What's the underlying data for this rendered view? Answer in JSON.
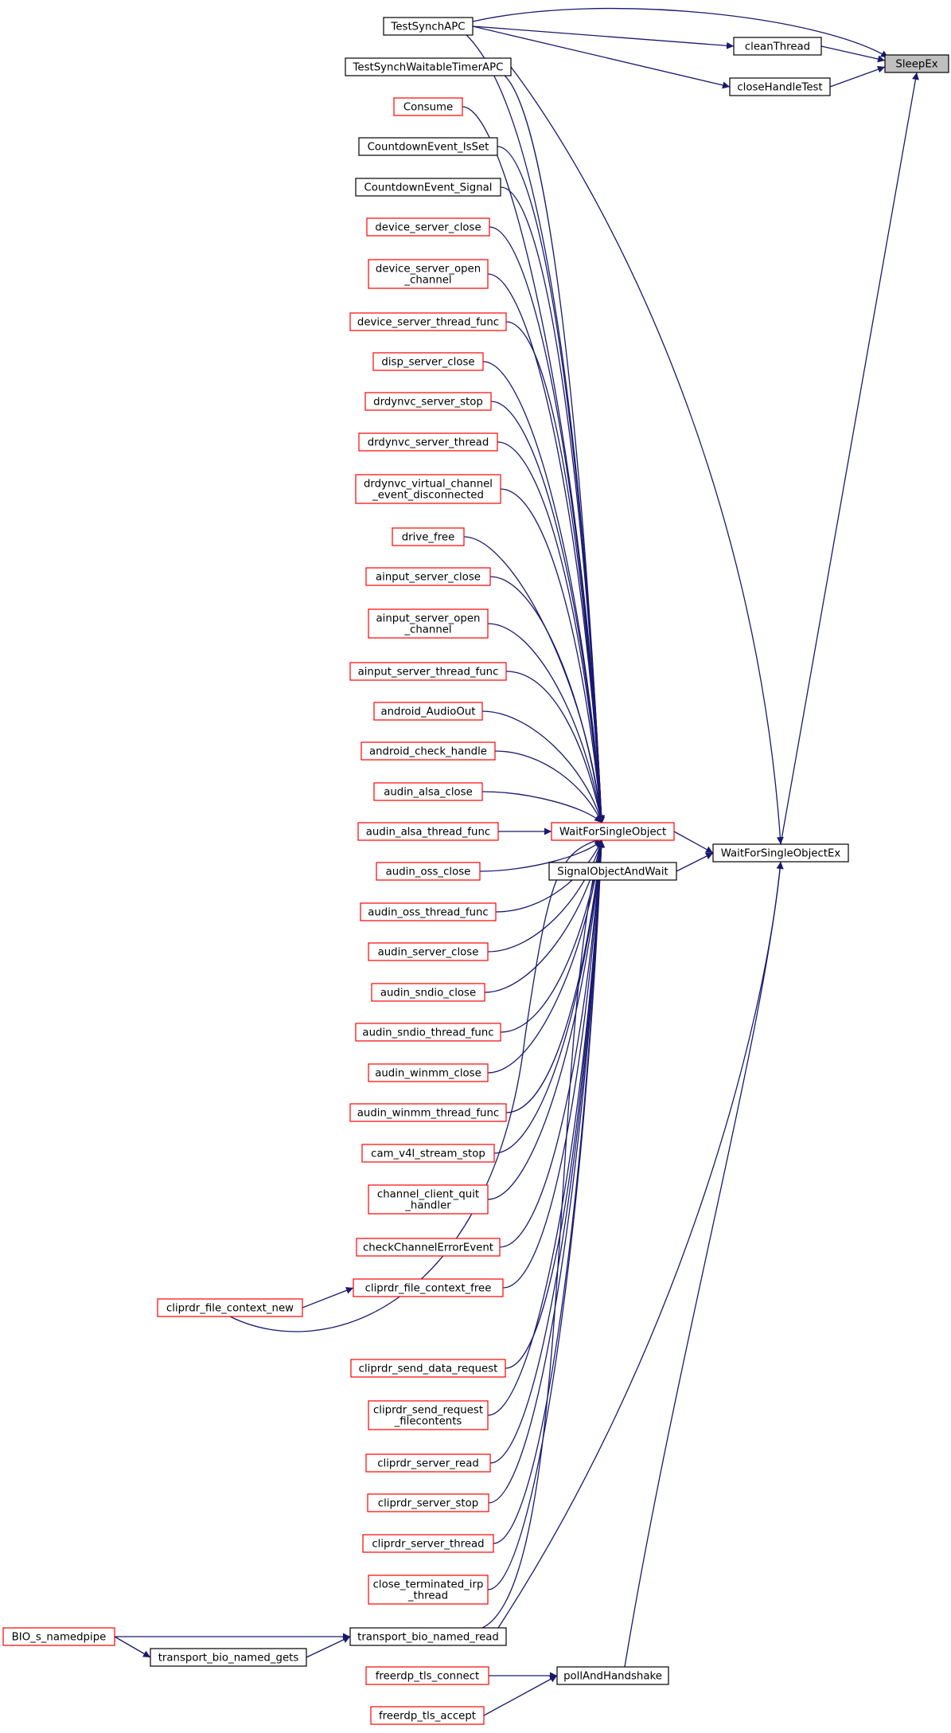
{
  "colors": {
    "edge": "#191970",
    "border_default": "#000000",
    "border_truncated": "#ff0000",
    "root_fill": "#bfbfbf",
    "background": "#ffffff"
  },
  "nodes": [
    {
      "id": "SleepEx",
      "lines": [
        "SleepEx"
      ],
      "style": "root"
    },
    {
      "id": "cleanThread",
      "lines": [
        "cleanThread"
      ],
      "style": "black"
    },
    {
      "id": "closeHandleTest",
      "lines": [
        "closeHandleTest"
      ],
      "style": "black"
    },
    {
      "id": "TestSynchAPC",
      "lines": [
        "TestSynchAPC"
      ],
      "style": "black"
    },
    {
      "id": "TestSynchWaitableTimerAPC",
      "lines": [
        "TestSynchWaitableTimerAPC"
      ],
      "style": "black"
    },
    {
      "id": "Consume",
      "lines": [
        "Consume"
      ],
      "style": "red"
    },
    {
      "id": "CountdownEvent_IsSet",
      "lines": [
        "CountdownEvent_IsSet"
      ],
      "style": "black"
    },
    {
      "id": "CountdownEvent_Signal",
      "lines": [
        "CountdownEvent_Signal"
      ],
      "style": "black"
    },
    {
      "id": "device_server_close",
      "lines": [
        "device_server_close"
      ],
      "style": "red"
    },
    {
      "id": "device_server_open_channel",
      "lines": [
        "device_server_open",
        "_channel"
      ],
      "style": "red"
    },
    {
      "id": "device_server_thread_func",
      "lines": [
        "device_server_thread_func"
      ],
      "style": "red"
    },
    {
      "id": "disp_server_close",
      "lines": [
        "disp_server_close"
      ],
      "style": "red"
    },
    {
      "id": "drdynvc_server_stop",
      "lines": [
        "drdynvc_server_stop"
      ],
      "style": "red"
    },
    {
      "id": "drdynvc_server_thread",
      "lines": [
        "drdynvc_server_thread"
      ],
      "style": "red"
    },
    {
      "id": "drdynvc_virtual_channel_event_disconnected",
      "lines": [
        "drdynvc_virtual_channel",
        "_event_disconnected"
      ],
      "style": "red"
    },
    {
      "id": "drive_free",
      "lines": [
        "drive_free"
      ],
      "style": "red"
    },
    {
      "id": "ainput_server_close",
      "lines": [
        "ainput_server_close"
      ],
      "style": "red"
    },
    {
      "id": "ainput_server_open_channel",
      "lines": [
        "ainput_server_open",
        "_channel"
      ],
      "style": "red"
    },
    {
      "id": "ainput_server_thread_func",
      "lines": [
        "ainput_server_thread_func"
      ],
      "style": "red"
    },
    {
      "id": "android_AudioOut",
      "lines": [
        "android_AudioOut"
      ],
      "style": "red"
    },
    {
      "id": "android_check_handle",
      "lines": [
        "android_check_handle"
      ],
      "style": "red"
    },
    {
      "id": "audin_alsa_close",
      "lines": [
        "audin_alsa_close"
      ],
      "style": "red"
    },
    {
      "id": "audin_alsa_thread_func",
      "lines": [
        "audin_alsa_thread_func"
      ],
      "style": "red"
    },
    {
      "id": "audin_oss_close",
      "lines": [
        "audin_oss_close"
      ],
      "style": "red"
    },
    {
      "id": "audin_oss_thread_func",
      "lines": [
        "audin_oss_thread_func"
      ],
      "style": "red"
    },
    {
      "id": "audin_server_close",
      "lines": [
        "audin_server_close"
      ],
      "style": "red"
    },
    {
      "id": "audin_sndio_close",
      "lines": [
        "audin_sndio_close"
      ],
      "style": "red"
    },
    {
      "id": "audin_sndio_thread_func",
      "lines": [
        "audin_sndio_thread_func"
      ],
      "style": "red"
    },
    {
      "id": "audin_winmm_close",
      "lines": [
        "audin_winmm_close"
      ],
      "style": "red"
    },
    {
      "id": "audin_winmm_thread_func",
      "lines": [
        "audin_winmm_thread_func"
      ],
      "style": "red"
    },
    {
      "id": "cam_v4l_stream_stop",
      "lines": [
        "cam_v4l_stream_stop"
      ],
      "style": "red"
    },
    {
      "id": "channel_client_quit_handler",
      "lines": [
        "channel_client_quit",
        "_handler"
      ],
      "style": "red"
    },
    {
      "id": "checkChannelErrorEvent",
      "lines": [
        "checkChannelErrorEvent"
      ],
      "style": "red"
    },
    {
      "id": "cliprdr_file_context_free",
      "lines": [
        "cliprdr_file_context_free"
      ],
      "style": "red"
    },
    {
      "id": "cliprdr_file_context_new",
      "lines": [
        "cliprdr_file_context_new"
      ],
      "style": "red"
    },
    {
      "id": "cliprdr_send_data_request",
      "lines": [
        "cliprdr_send_data_request"
      ],
      "style": "red"
    },
    {
      "id": "cliprdr_send_request_filecontents",
      "lines": [
        "cliprdr_send_request",
        "_filecontents"
      ],
      "style": "red"
    },
    {
      "id": "cliprdr_server_read",
      "lines": [
        "cliprdr_server_read"
      ],
      "style": "red"
    },
    {
      "id": "cliprdr_server_stop",
      "lines": [
        "cliprdr_server_stop"
      ],
      "style": "red"
    },
    {
      "id": "cliprdr_server_thread",
      "lines": [
        "cliprdr_server_thread"
      ],
      "style": "red"
    },
    {
      "id": "close_terminated_irp_thread",
      "lines": [
        "close_terminated_irp",
        "_thread"
      ],
      "style": "red"
    },
    {
      "id": "transport_bio_named_read",
      "lines": [
        "transport_bio_named_read"
      ],
      "style": "black"
    },
    {
      "id": "BIO_s_namedpipe",
      "lines": [
        "BIO_s_namedpipe"
      ],
      "style": "red"
    },
    {
      "id": "transport_bio_named_gets",
      "lines": [
        "transport_bio_named_gets"
      ],
      "style": "black"
    },
    {
      "id": "freerdp_tls_connect",
      "lines": [
        "freerdp_tls_connect"
      ],
      "style": "red"
    },
    {
      "id": "freerdp_tls_accept",
      "lines": [
        "freerdp_tls_accept"
      ],
      "style": "red"
    },
    {
      "id": "pollAndHandshake",
      "lines": [
        "pollAndHandshake"
      ],
      "style": "black"
    },
    {
      "id": "WaitForSingleObject",
      "lines": [
        "WaitForSingleObject"
      ],
      "style": "red"
    },
    {
      "id": "SignalObjectAndWait",
      "lines": [
        "SignalObjectAndWait"
      ],
      "style": "black"
    },
    {
      "id": "WaitForSingleObjectEx",
      "lines": [
        "WaitForSingleObjectEx"
      ],
      "style": "black"
    }
  ],
  "edges": [
    [
      "cleanThread",
      "SleepEx"
    ],
    [
      "closeHandleTest",
      "SleepEx"
    ],
    [
      "TestSynchAPC",
      "SleepEx"
    ],
    [
      "TestSynchAPC",
      "cleanThread"
    ],
    [
      "TestSynchAPC",
      "closeHandleTest"
    ],
    [
      "TestSynchAPC",
      "WaitForSingleObject"
    ],
    [
      "TestSynchWaitableTimerAPC",
      "WaitForSingleObject"
    ],
    [
      "TestSynchWaitableTimerAPC",
      "WaitForSingleObjectEx"
    ],
    [
      "WaitForSingleObjectEx",
      "SleepEx"
    ],
    [
      "Consume",
      "WaitForSingleObject"
    ],
    [
      "CountdownEvent_IsSet",
      "WaitForSingleObject"
    ],
    [
      "CountdownEvent_Signal",
      "WaitForSingleObject"
    ],
    [
      "device_server_close",
      "WaitForSingleObject"
    ],
    [
      "device_server_open_channel",
      "WaitForSingleObject"
    ],
    [
      "device_server_thread_func",
      "WaitForSingleObject"
    ],
    [
      "disp_server_close",
      "WaitForSingleObject"
    ],
    [
      "drdynvc_server_stop",
      "WaitForSingleObject"
    ],
    [
      "drdynvc_server_thread",
      "WaitForSingleObject"
    ],
    [
      "drdynvc_virtual_channel_event_disconnected",
      "WaitForSingleObject"
    ],
    [
      "drive_free",
      "WaitForSingleObject"
    ],
    [
      "ainput_server_close",
      "WaitForSingleObject"
    ],
    [
      "ainput_server_open_channel",
      "WaitForSingleObject"
    ],
    [
      "ainput_server_thread_func",
      "WaitForSingleObject"
    ],
    [
      "android_AudioOut",
      "WaitForSingleObject"
    ],
    [
      "android_check_handle",
      "WaitForSingleObject"
    ],
    [
      "audin_alsa_close",
      "WaitForSingleObject"
    ],
    [
      "audin_alsa_thread_func",
      "WaitForSingleObject"
    ],
    [
      "audin_oss_close",
      "WaitForSingleObject"
    ],
    [
      "audin_oss_thread_func",
      "WaitForSingleObject"
    ],
    [
      "audin_server_close",
      "WaitForSingleObject"
    ],
    [
      "audin_sndio_close",
      "WaitForSingleObject"
    ],
    [
      "audin_sndio_thread_func",
      "WaitForSingleObject"
    ],
    [
      "audin_winmm_close",
      "WaitForSingleObject"
    ],
    [
      "audin_winmm_thread_func",
      "WaitForSingleObject"
    ],
    [
      "cam_v4l_stream_stop",
      "WaitForSingleObject"
    ],
    [
      "channel_client_quit_handler",
      "WaitForSingleObject"
    ],
    [
      "checkChannelErrorEvent",
      "WaitForSingleObject"
    ],
    [
      "cliprdr_file_context_free",
      "WaitForSingleObject"
    ],
    [
      "cliprdr_file_context_new",
      "cliprdr_file_context_free"
    ],
    [
      "cliprdr_file_context_new",
      "WaitForSingleObject"
    ],
    [
      "cliprdr_send_data_request",
      "WaitForSingleObject"
    ],
    [
      "cliprdr_send_request_filecontents",
      "WaitForSingleObject"
    ],
    [
      "cliprdr_server_read",
      "WaitForSingleObject"
    ],
    [
      "cliprdr_server_stop",
      "WaitForSingleObject"
    ],
    [
      "cliprdr_server_thread",
      "WaitForSingleObject"
    ],
    [
      "close_terminated_irp_thread",
      "WaitForSingleObject"
    ],
    [
      "transport_bio_named_read",
      "WaitForSingleObject"
    ],
    [
      "transport_bio_named_read",
      "WaitForSingleObjectEx"
    ],
    [
      "BIO_s_namedpipe",
      "transport_bio_named_read"
    ],
    [
      "BIO_s_namedpipe",
      "transport_bio_named_gets"
    ],
    [
      "transport_bio_named_gets",
      "transport_bio_named_read"
    ],
    [
      "freerdp_tls_connect",
      "pollAndHandshake"
    ],
    [
      "freerdp_tls_accept",
      "pollAndHandshake"
    ],
    [
      "pollAndHandshake",
      "WaitForSingleObjectEx"
    ],
    [
      "WaitForSingleObject",
      "WaitForSingleObjectEx"
    ],
    [
      "SignalObjectAndWait",
      "WaitForSingleObjectEx"
    ]
  ]
}
